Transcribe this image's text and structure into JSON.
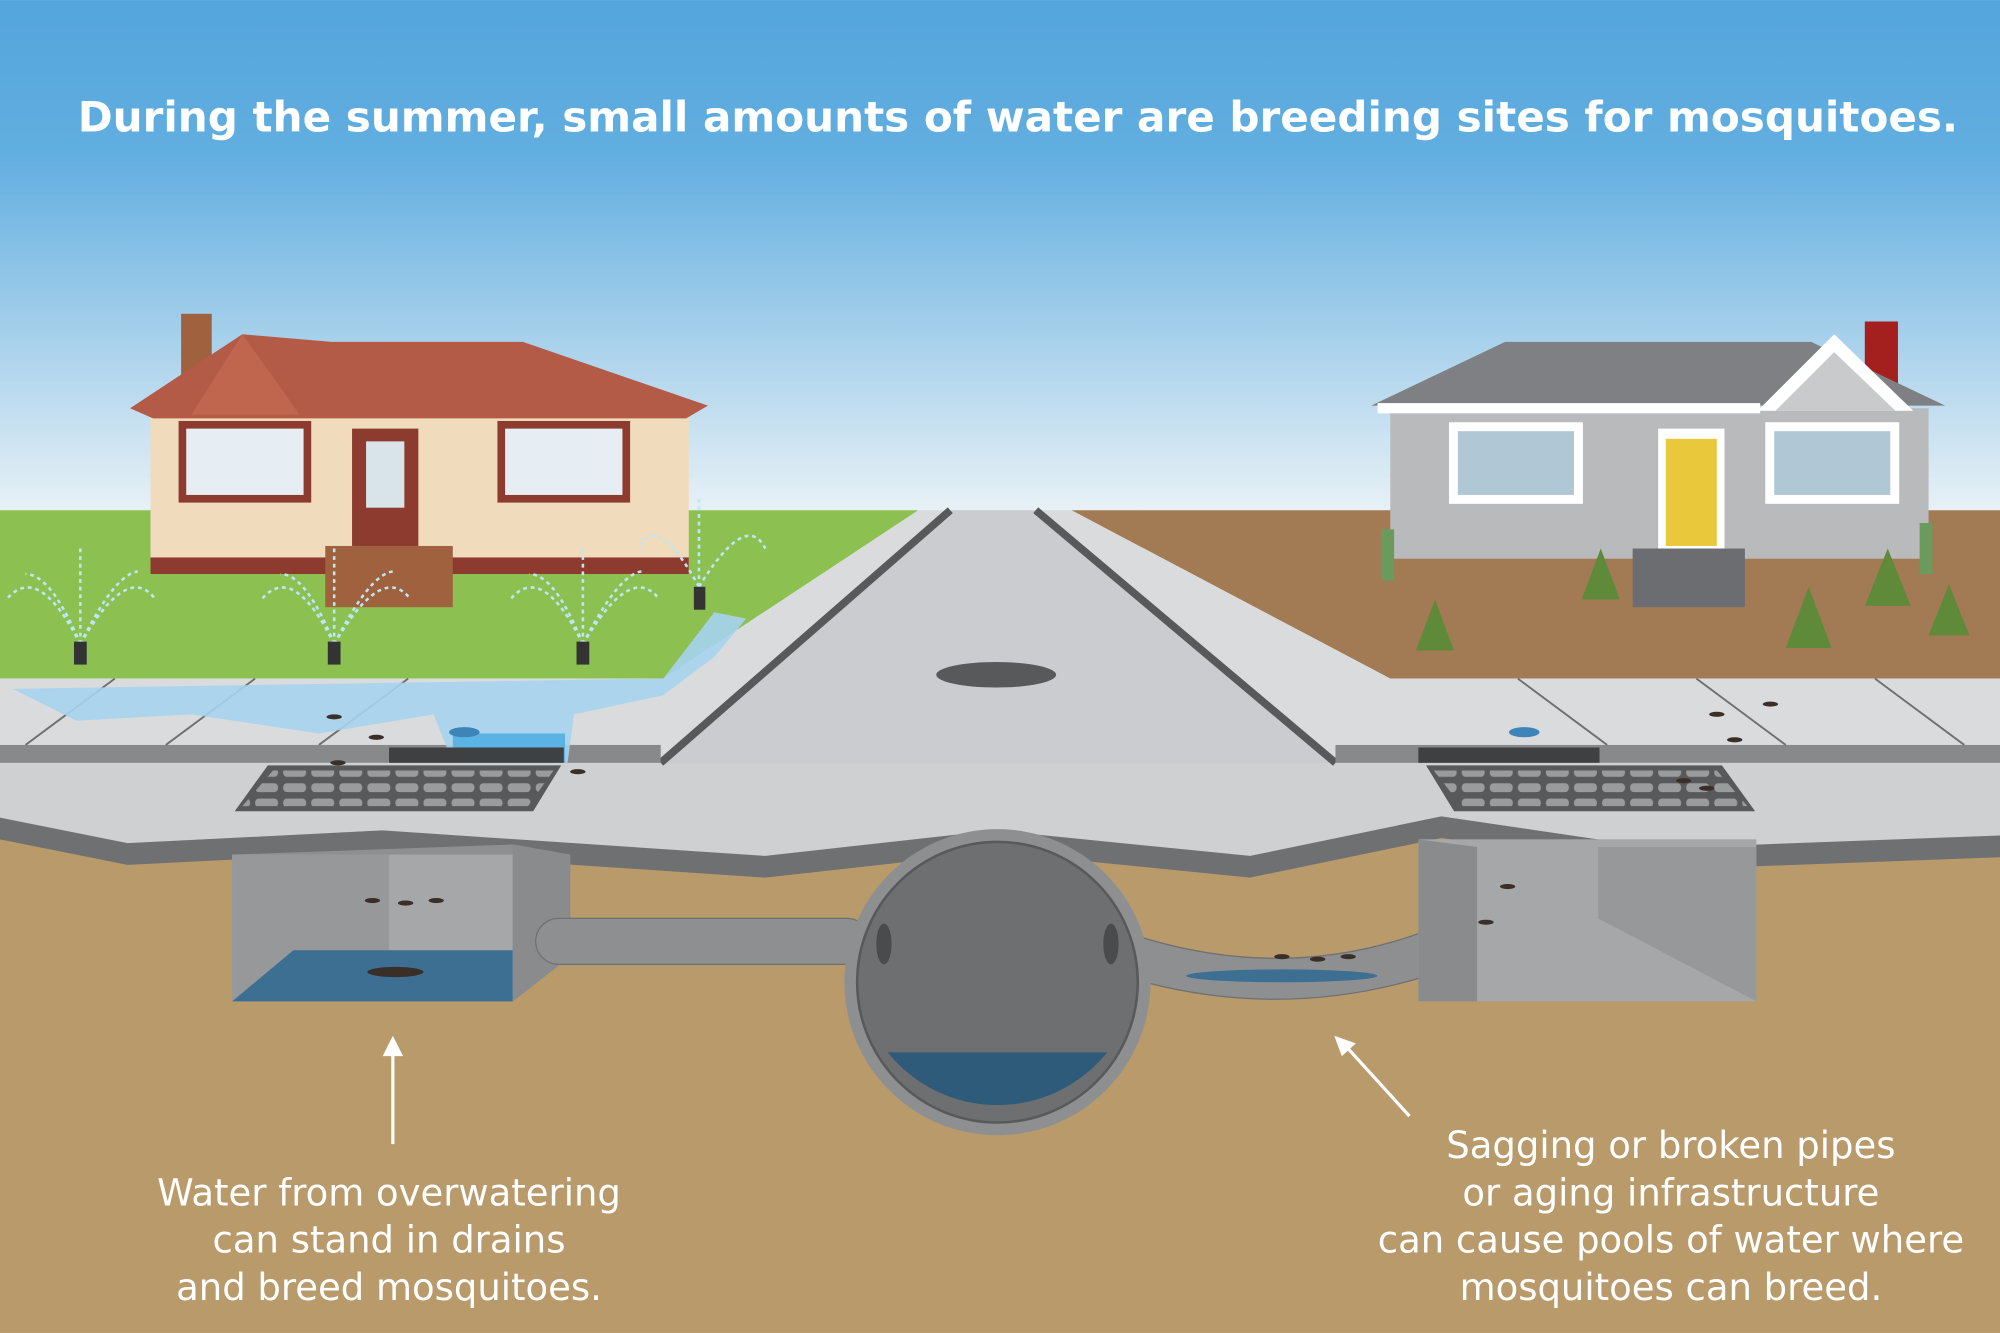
{
  "title": "During the summer, small amounts of water are breeding sites for mosquitoes.",
  "captions": {
    "left": [
      "Water from overwatering",
      "can stand in drains",
      "and breed mosquitoes."
    ],
    "right": [
      "Sagging or broken pipes",
      "or aging infrastructure",
      "can cause pools of water where",
      "mosquitoes can breed."
    ]
  },
  "colors": {
    "sky_top": "#53a5dc",
    "sky_bottom": "#e8f1f6",
    "lawn": "#8cc152",
    "dirt": "#a27b55",
    "soil": "#b99a6b",
    "water": "#3d6f93",
    "concrete": "#cfd0d2"
  }
}
